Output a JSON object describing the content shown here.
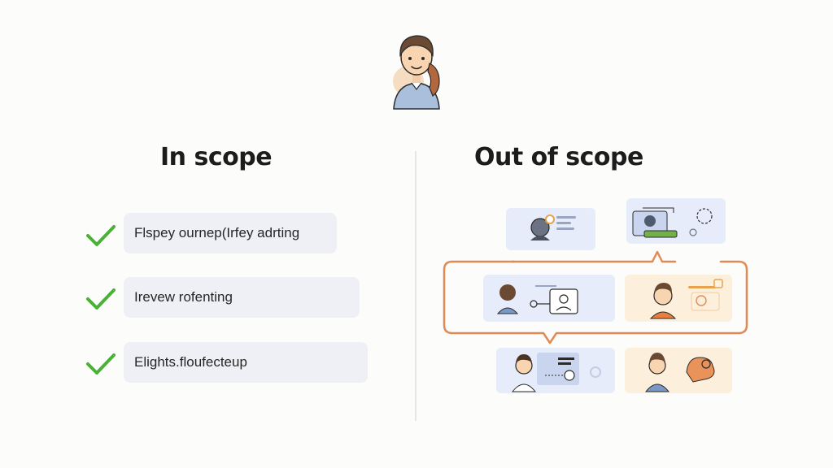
{
  "in_scope": {
    "title": "In scope",
    "items": [
      {
        "label": "Flspey ournep(Irfey adrting"
      },
      {
        "label": "Irevew rofenting"
      },
      {
        "label": "Elights.floufecteup"
      }
    ]
  },
  "out_scope": {
    "title": "Out of scope"
  },
  "colors": {
    "check": "#4caf38",
    "connector": "#e28a55",
    "card_blue": "#e6ecfa",
    "card_peach": "#fcf0dc",
    "item_bg": "#eef0f6"
  }
}
